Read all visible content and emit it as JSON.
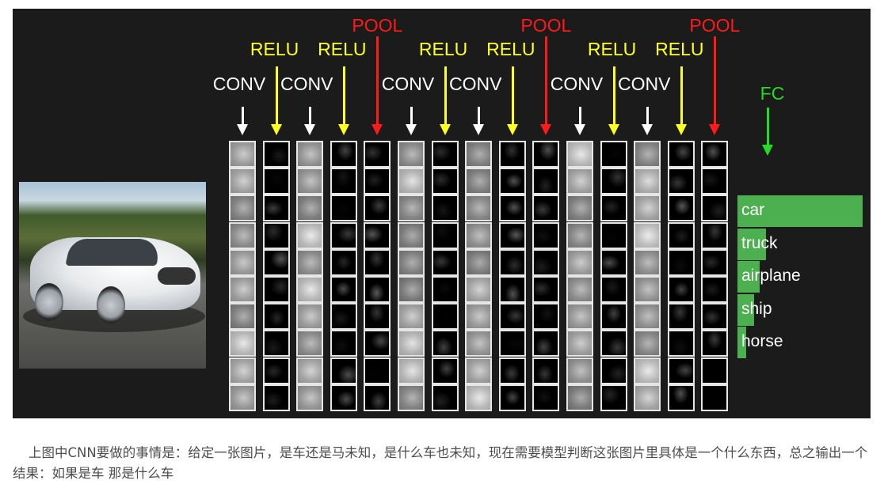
{
  "diagram": {
    "background_color": "#1b1b1b",
    "layer_colors": {
      "CONV": "#ffffff",
      "RELU": "#ffff1e",
      "POOL": "#ff1a1a",
      "FC": "#22dd22"
    },
    "layers": [
      {
        "type": "CONV",
        "label": "CONV"
      },
      {
        "type": "RELU",
        "label": "RELU"
      },
      {
        "type": "CONV",
        "label": "CONV"
      },
      {
        "type": "RELU",
        "label": "RELU"
      },
      {
        "type": "POOL",
        "label": "POOL"
      },
      {
        "type": "CONV",
        "label": "CONV"
      },
      {
        "type": "RELU",
        "label": "RELU"
      },
      {
        "type": "CONV",
        "label": "CONV"
      },
      {
        "type": "RELU",
        "label": "RELU"
      },
      {
        "type": "POOL",
        "label": "POOL"
      },
      {
        "type": "CONV",
        "label": "CONV"
      },
      {
        "type": "RELU",
        "label": "RELU"
      },
      {
        "type": "CONV",
        "label": "CONV"
      },
      {
        "type": "RELU",
        "label": "RELU"
      },
      {
        "type": "POOL",
        "label": "POOL"
      }
    ],
    "fc_label": "FC",
    "feature_maps_per_layer": 10,
    "input_image": "photo of white car on road",
    "output_bar_color": "#4caf50",
    "outputs": [
      {
        "label": "car",
        "score": 1.0
      },
      {
        "label": "truck",
        "score": 0.23
      },
      {
        "label": "airplane",
        "score": 0.18
      },
      {
        "label": "ship",
        "score": 0.13
      },
      {
        "label": "horse",
        "score": 0.07
      }
    ]
  },
  "caption": {
    "text": "上图中CNN要做的事情是：给定一张图片，是车还是马未知，是什么车也未知，现在需要模型判断这张图片里具体是一个什么东西，总之输出一个结果：如果是车 那是什么车"
  }
}
